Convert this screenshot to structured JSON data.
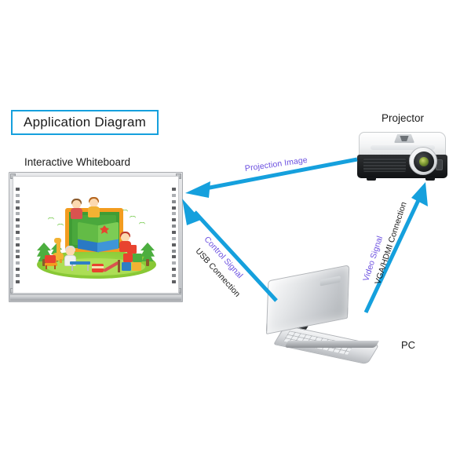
{
  "page": {
    "background_color": "#ffffff",
    "accent_color": "#15a0dd",
    "label_purple": "#6b4fe0",
    "label_black": "#1b1b1b"
  },
  "title": {
    "text": "Application Diagram",
    "border_color": "#15a0dd"
  },
  "nodes": {
    "whiteboard": {
      "caption": "Interactive Whiteboard",
      "frame_color": "#cfd1d4",
      "surface_color": "#ffffff"
    },
    "projector": {
      "caption": "Projector",
      "shell_color": "#ffffff",
      "body_color": "#1d1f21"
    },
    "pc": {
      "caption": "PC",
      "lid_color": "#d6d9dc"
    }
  },
  "connections": [
    {
      "id": "projection-image",
      "signal_label": "Projection Image",
      "medium_label": "",
      "from": "projector",
      "to": "whiteboard",
      "color": "#15a0dd"
    },
    {
      "id": "control-signal",
      "signal_label": "Control Signal",
      "medium_label": "USB Connection",
      "from": "pc",
      "to": "whiteboard",
      "color": "#15a0dd"
    },
    {
      "id": "video-signal",
      "signal_label": "Video Signal",
      "medium_label": "VGA/HDMI Connection",
      "from": "pc",
      "to": "projector",
      "color": "#15a0dd"
    }
  ]
}
